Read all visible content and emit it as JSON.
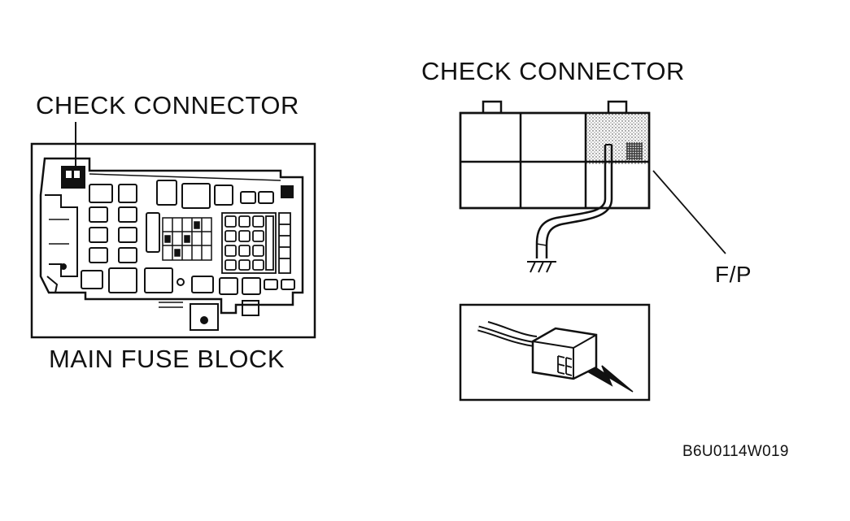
{
  "labels": {
    "left_title": "CHECK CONNECTOR",
    "fuse_block": "MAIN FUSE BLOCK",
    "right_title": "CHECK CONNECTOR",
    "fp_terminal": "F/P",
    "figure_code": "B6U0114W019"
  },
  "colors": {
    "ink": "#111111",
    "background": "#ffffff"
  }
}
